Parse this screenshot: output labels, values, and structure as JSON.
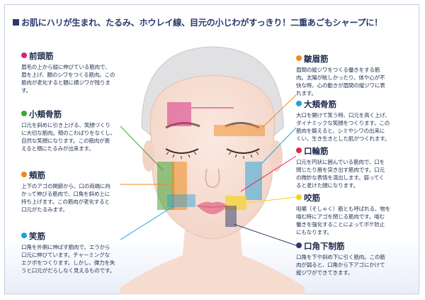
{
  "headline": "お肌にハリが生まれ、たるみ、ホウレイ線、目元の小じわがすっきり！二重あごもシャープに！",
  "colors": {
    "pink": "#d4217d",
    "green": "#3fa53c",
    "orange": "#ef8a1e",
    "cyan": "#1ea2dc",
    "red": "#e2264c",
    "yellow": "#f2d31b",
    "navy": "#2b3a6b"
  },
  "muscles": {
    "zentoukin": {
      "title": "前頭筋",
      "desc": [
        "眉毛の上から縦に伸びている筋肉で、",
        "眉を上げ、額のシワをつくる筋肉。この",
        "筋肉が老化すると額に横ジワが残りま",
        "す。"
      ]
    },
    "shoukyo": {
      "title": "小頬骨筋",
      "desc": [
        "口元を斜めに引き上げる、笑顔づくり",
        "に大切な筋肉。頬のこわばりをなくし、",
        "自然な笑顔になります。この筋肉が衰",
        "えると頬にたるみが出来ます。"
      ]
    },
    "kyoukin": {
      "title": "頬筋",
      "desc": [
        "上下のアゴの関節から、口の両端に向",
        "かって伸びる筋肉で、口角を斜め上に",
        "持ち上げます。この筋肉が老化すると",
        "口元がたるみます。"
      ]
    },
    "shoukin": {
      "title": "笑筋",
      "desc": [
        "口角を外側に伸ばす筋肉で、エラから",
        "口元に伸びています。チャーミングな",
        "エクボをつくります。しかし、弾力を失",
        "うと口元がだらしなく見えるものです。"
      ]
    },
    "sushibi": {
      "title": "皺眉筋",
      "desc": [
        "眉間の縦ジワをつくる働きをする筋",
        "肉。太陽が眩しかったり、体や心が不",
        "快な時、心の動きが眉間の縦ジワに表",
        "れます。"
      ]
    },
    "daikyo": {
      "title": "大頬骨筋",
      "desc": [
        "大口を開けて笑う時、口元を高く上げ、",
        "ダイナミックな笑顔をつくります。この",
        "筋肉を鍛えると、シミやシワの出来に",
        "くい、生き生きとした肌がつくれます。"
      ]
    },
    "kourin": {
      "title": "口輪筋",
      "desc": [
        "口元を円状に囲んでいる筋肉で、口を",
        "閉じたり唇を突き出す筋肉です。口元",
        "の微妙な表情を演出します。弱ってく",
        "ると老けた顔になります。"
      ]
    },
    "koukin": {
      "title": "咬筋",
      "desc": [
        "咀嚼（そしゃく）筋とも呼ばれる、物を",
        "嚙む時にアゴを閉じる筋肉です。嚙む",
        "働きを強化することによってボケ防止",
        "にもなります。"
      ]
    },
    "koukaku": {
      "title": "口角下制筋",
      "desc": [
        "口角を下や斜め下に引く筋肉。この筋",
        "肉が弱ると、口角から下アゴにかけて",
        "縦ジワができてきます。"
      ]
    }
  }
}
